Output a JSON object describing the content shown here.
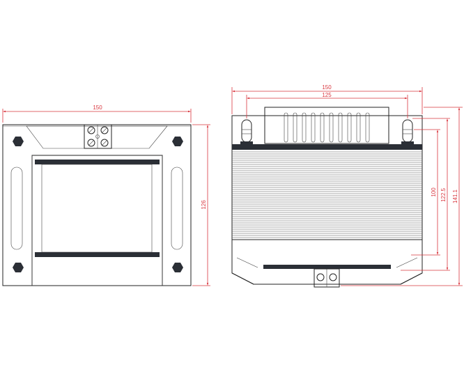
{
  "colors": {
    "dimension": "#d9363e",
    "outline": "#222222",
    "core_dark": "#2b2f36"
  },
  "front_view": {
    "dims": {
      "width": "150",
      "height": "126"
    }
  },
  "side_view": {
    "dims": {
      "overall_width": "150",
      "bracket_width": "125",
      "h_100": "100",
      "h_122_5": "122.5",
      "h_141_1": "141.1"
    }
  }
}
